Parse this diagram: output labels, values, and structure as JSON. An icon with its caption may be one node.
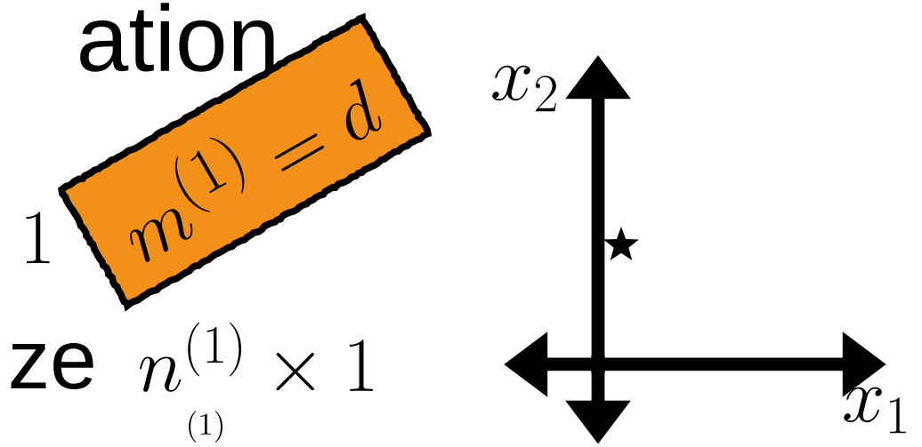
{
  "diagram": {
    "nodes": [
      {
        "text": [
          "m^{(1)} = d"
        ]
      }
    ],
    "labels": [
      "ation",
      "1",
      "ze",
      "n^{(1)} \\times 1",
      "^{(1)}",
      "x_2",
      "x_1"
    ]
  }
}
